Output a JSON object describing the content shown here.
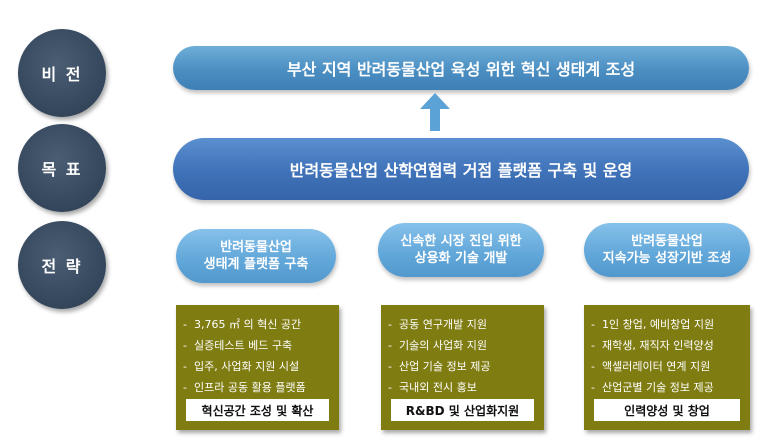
{
  "rows": {
    "vision": {
      "label": "비 전",
      "text": "부산 지역 반려동물산업 육성 위한 혁신 생태계 조성"
    },
    "goal": {
      "label": "목 표",
      "text": "반려동물산업 산학연협력 거점 플랫폼 구축 및 운영"
    },
    "strategy": {
      "label": "전 략"
    }
  },
  "strategies": [
    {
      "title_line1": "반려동물산업",
      "title_line2": "생태계 플랫폼 구축",
      "items": [
        "3,765 ㎡ 의 혁신 공간",
        "실증테스트 베드 구축",
        "입주, 사업화 지원 시설",
        "인프라 공동 활용 플랫폼"
      ],
      "label": "혁신공간 조성 및 확산"
    },
    {
      "title_line1": "신속한 시장 진입 위한",
      "title_line2": "상용화 기술 개발",
      "items": [
        "공동 연구개발 지원",
        "기술의 사업화 지원",
        "산업 기술 정보 제공",
        "국내외 전시 홍보"
      ],
      "label": "R&BD 및 산업화지원"
    },
    {
      "title_line1": "반려동물산업",
      "title_line2": "지속가능 성장기반 조성",
      "items": [
        "1인 창업, 예비창업 지원",
        "재학생, 재직자 인력양성",
        "액셀러레이터 연계 지원",
        "산업군별 기술 정보 제공"
      ],
      "label": "인력양성 및 창업"
    }
  ],
  "colors": {
    "circle": "#34465b",
    "vision_bar": "#4b8ec2",
    "goal_bar": "#3f72b8",
    "strategy_pill": "#63a8da",
    "item_box": "#7f7c12",
    "arrow": "#5ba3d6"
  }
}
